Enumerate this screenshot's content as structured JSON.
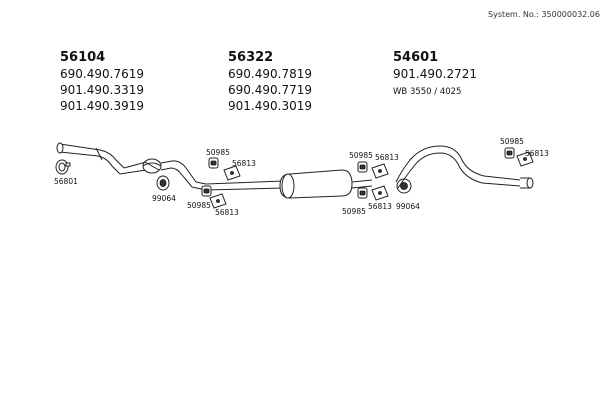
{
  "system_number": "System. No.: 350000032.06",
  "groups": [
    {
      "head": "56104",
      "lines": [
        "690.490.7619",
        "901.490.3319",
        "901.490.3919"
      ],
      "note": ""
    },
    {
      "head": "56322",
      "lines": [
        "690.490.7819",
        "690.490.7719",
        "901.490.3019"
      ],
      "note": ""
    },
    {
      "head": "54601",
      "lines": [
        "901.490.2721"
      ],
      "note": "WB 3550 / 4025"
    }
  ],
  "labels": {
    "l56801": "56801",
    "l99064a": "99064",
    "l50985a": "50985",
    "l56813a": "56813",
    "l50985b": "50985",
    "l56813b": "56813",
    "l50985c": "50985",
    "l56813c": "56813",
    "l50985d": "50985",
    "l56813d": "56813",
    "l99064b": "99064",
    "l50985e": "50985",
    "l56813e": "56813"
  }
}
